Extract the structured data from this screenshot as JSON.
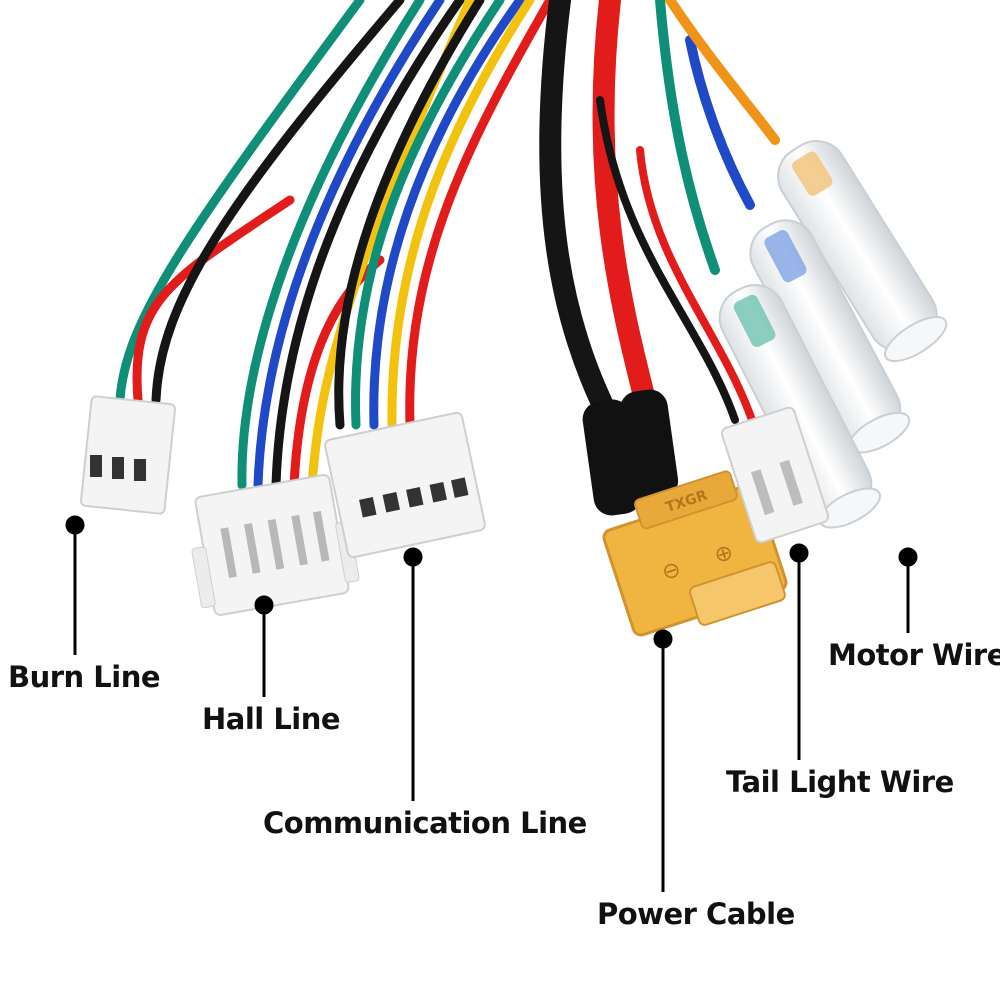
{
  "labels": {
    "burn_line": "Burn Line",
    "hall_line": "Hall Line",
    "communication_line": "Communication Line",
    "power_cable": "Power Cable",
    "tail_light_wire": "Tail Light Wire",
    "motor_wire": "Motor Wire"
  },
  "connector_text": {
    "power_connector_brand": "TXGR"
  },
  "colors": {
    "wire_green": "#0f8f77",
    "wire_red": "#e21b1b",
    "wire_black": "#151515",
    "wire_blue": "#1f49c7",
    "wire_yellow": "#f2c20f",
    "wire_orange": "#ef9418",
    "power_connector": "#f0b541",
    "jst_connector": "#f4f4f4"
  },
  "icons": [
    "callout-dot",
    "callout-line"
  ]
}
